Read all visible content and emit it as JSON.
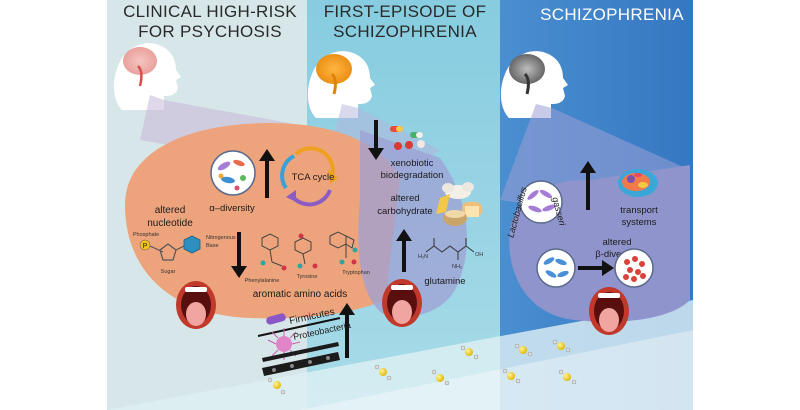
{
  "panels": {
    "chr_title_line1": "CLINICAL HIGH-RISK",
    "chr_title_line2": "FOR PSYCHOSIS",
    "fep_title_line1": "FIRST-EPISODE OF",
    "fep_title_line2": "SCHIZOPHRENIA",
    "scz_title": "SCHIZOPHRENIA"
  },
  "chr": {
    "alpha_diversity": "α–diversity",
    "tca_cycle": "TCA cycle",
    "altered_nucleotide_line1": "altered",
    "altered_nucleotide_line2": "nucleotide",
    "phosphate": "Phosphate",
    "nitrogenous_base_line1": "Nitrogenous",
    "nitrogenous_base_line2": "Base",
    "sugar": "Sugar",
    "phosphate_symbol": "P",
    "aromatic_amino_acids": "aromatic amino acids",
    "phenylalanine": "Phenylalanine",
    "tyrosine": "Tyrosine",
    "tryptophan": "Tryptophan"
  },
  "fep": {
    "xenobiotic_line1": "xenobiotic",
    "xenobiotic_line2": "biodegradation",
    "carbohydrate_line1": "altered",
    "carbohydrate_line2": "carbohydrate",
    "glutamine": "glutamine",
    "nh2": "NH₂",
    "oh": "OH",
    "h2n": "H₂N"
  },
  "scz": {
    "lactobacillus_line1": "Lactobacillus",
    "lactobacillus_line2": "gasseri",
    "transport_line1": "transport",
    "transport_line2": "systems",
    "beta_line1": "altered",
    "beta_line2": "β-diversity"
  },
  "bottom": {
    "firmicutes": "Firmicutes",
    "proteobacteria": "Proteobacteria"
  },
  "colors": {
    "chr_bg": "#d6e6e8",
    "fep_bg": "#8ccfe0",
    "scz_bg": "#3e88cc",
    "orange_blob": "#eda37a",
    "purple_blob": "#8f95cc",
    "mouth_red": "#c0392b"
  }
}
